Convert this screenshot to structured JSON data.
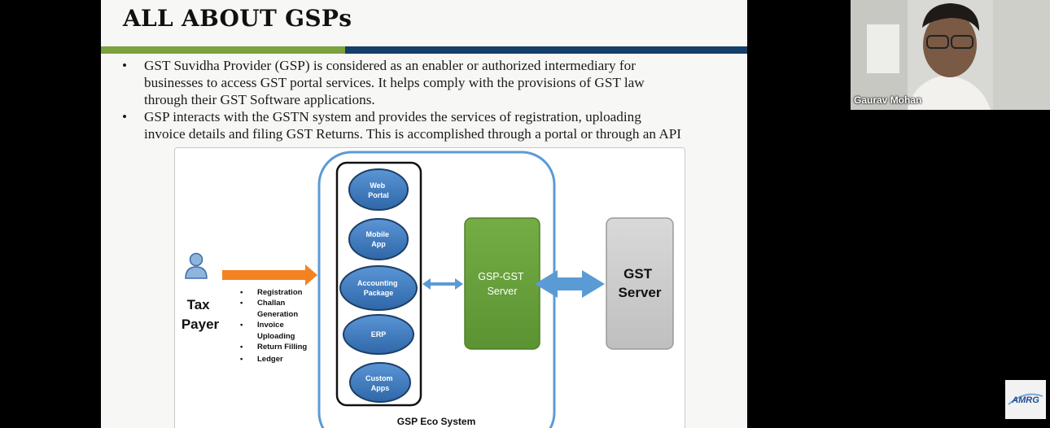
{
  "slide": {
    "title": "ALL ABOUT GSPs",
    "bullets": [
      [
        "GST Suvidha Provider (GSP) is considered as an enabler or authorized intermediary for",
        "businesses to access GST portal services. It helps comply with the provisions of GST law",
        "through their GST Software applications."
      ],
      [
        "GSP interacts with the GSTN system and provides the services of registration, uploading",
        "invoice details and filing GST Returns. This is accomplished through a portal or through an API"
      ]
    ],
    "bullet_symbol": "•"
  },
  "diagram": {
    "tax_payer": [
      "Tax",
      "Payer"
    ],
    "services": [
      "Registration",
      "Challan",
      "Generation",
      "Invoice",
      "Uploading",
      "Return Filling",
      "Ledger"
    ],
    "apps": [
      [
        "Web",
        "Portal"
      ],
      [
        "Mobile",
        "App"
      ],
      [
        "Accounting",
        "Package"
      ],
      [
        "ERP"
      ],
      [
        "Custom",
        "Apps"
      ]
    ],
    "gsp_server": [
      "GSP-GST",
      "Server"
    ],
    "gst_server": [
      "GST",
      "Server"
    ],
    "eco_system_label": "GSP Eco System",
    "colors": {
      "app_fill": "#3e7cc1",
      "gsp_green": "#6aa33e",
      "gst_gray": "#cccccc",
      "arrow_orange": "#f58220",
      "arrow_blue": "#5b9bd5",
      "eco_border": "#5b9bd5"
    }
  },
  "video": {
    "participant_name": "Gaurav Mohan"
  },
  "logo": {
    "text": "AMRG"
  }
}
